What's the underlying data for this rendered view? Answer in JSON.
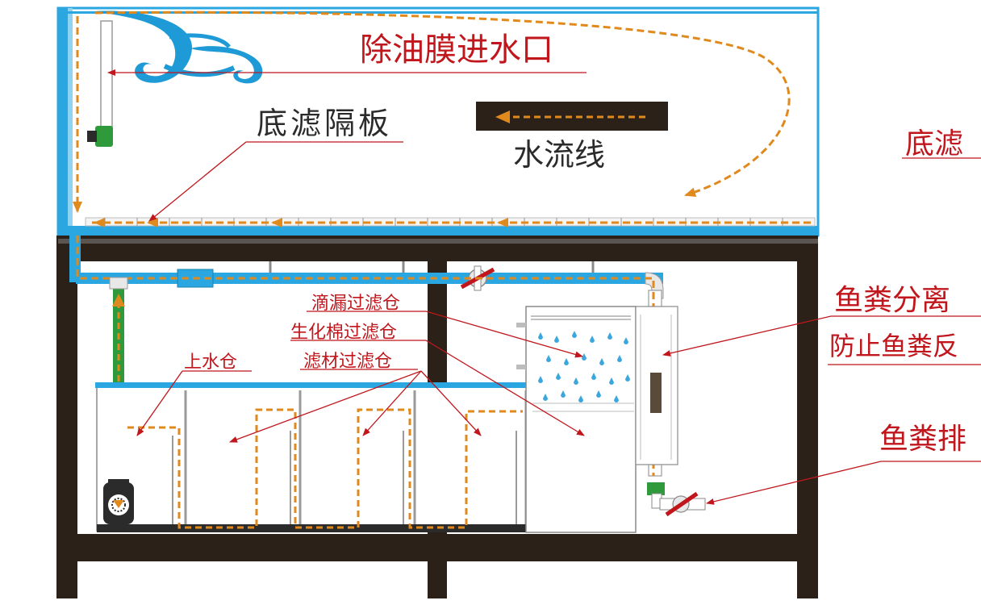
{
  "labels": {
    "inlet": "除油膜进水口",
    "bottom_filter_plate": "底滤隔板",
    "water_flow_line": "水流线",
    "drip_chamber": "滴漏过滤仓",
    "biocotton_chamber": "生化棉过滤仓",
    "media_chamber": "滤材过滤仓",
    "upper_water_chamber": "上水仓",
    "right_bottom_filter": "底滤",
    "right_feces_separator": "鱼粪分离",
    "right_prevent_backflow": "防止鱼粪反",
    "right_feces_drain": "鱼粪排"
  },
  "colors": {
    "label_red": "#c0161c",
    "flow_orange": "#e08a1e",
    "tank_blue": "#2aa6e0",
    "pipe_green": "#2e9a3c",
    "frame_dark": "#2b2119",
    "wave_blue": "#1e9ad6"
  },
  "icons": [
    "water-wave-icon",
    "pump-icon",
    "valve-icon",
    "water-drops-icon",
    "arrow-icon"
  ]
}
